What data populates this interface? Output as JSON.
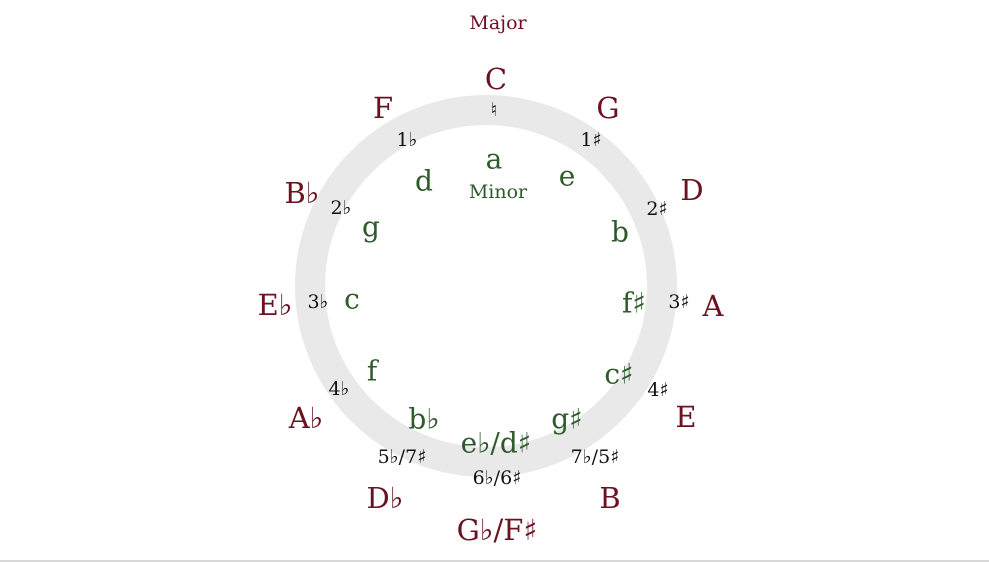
{
  "headings": {
    "major": "Major",
    "minor": "Minor"
  },
  "colors": {
    "major": "#6b1220",
    "minor": "#2f5a2c",
    "signature": "#111111",
    "ring": "#e9e9e9"
  },
  "keys": [
    {
      "major": "C",
      "signature": "♮",
      "minor": "a"
    },
    {
      "major": "G",
      "signature": "1♯",
      "minor": "e"
    },
    {
      "major": "D",
      "signature": "2♯",
      "minor": "b"
    },
    {
      "major": "A",
      "signature": "3♯",
      "minor": "f♯"
    },
    {
      "major": "E",
      "signature": "4♯",
      "minor": "c♯"
    },
    {
      "major": "B",
      "signature": "7♭/5♯",
      "minor": "g♯"
    },
    {
      "major": "G♭/F♯",
      "signature": "6♭/6♯",
      "minor": "e♭/d♯"
    },
    {
      "major": "D♭",
      "signature": "5♭/7♯",
      "minor": "b♭"
    },
    {
      "major": "A♭",
      "signature": "4♭",
      "minor": "f"
    },
    {
      "major": "E♭",
      "signature": "3♭",
      "minor": "c"
    },
    {
      "major": "B♭",
      "signature": "2♭",
      "minor": "g"
    },
    {
      "major": "F",
      "signature": "1♭",
      "minor": "d"
    }
  ]
}
